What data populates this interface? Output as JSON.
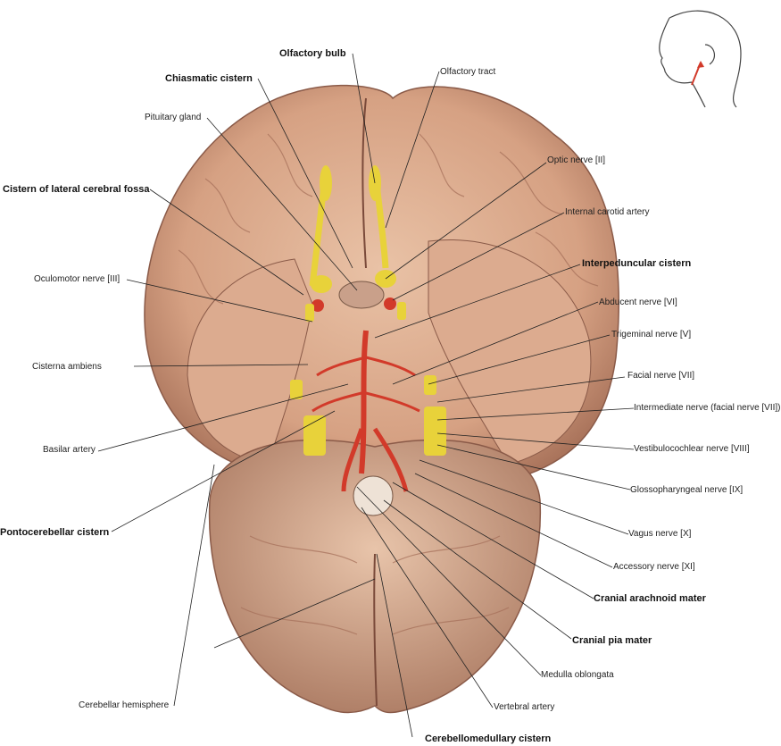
{
  "labels": {
    "olfactory_bulb": "Olfactory bulb",
    "olfactory_tract": "Olfactory tract",
    "chiasmatic_cistern": "Chiasmatic cistern",
    "pituitary_gland": "Pituitary gland",
    "optic_nerve": "Optic nerve [II]",
    "cistern_lateral_fossa": "Cistern of lateral cerebral fossa",
    "internal_carotid": "Internal carotid artery",
    "interpeduncular_cistern": "Interpeduncular cistern",
    "oculomotor": "Oculomotor nerve [III]",
    "abducent": "Abducent nerve [VI]",
    "trigeminal": "Trigeminal nerve [V]",
    "cisterna_ambiens": "Cisterna ambiens",
    "facial": "Facial nerve [VII]",
    "intermediate": "Intermediate nerve (facial nerve [VII])",
    "basilar": "Basilar artery",
    "vestibulocochlear": "Vestibulocochlear nerve [VIII]",
    "glossopharyngeal": "Glossopharyngeal nerve [IX]",
    "pontocerebellar": "Pontocerebellar cistern",
    "vagus": "Vagus nerve [X]",
    "accessory": "Accessory nerve [XI]",
    "cranial_arachnoid": "Cranial arachnoid mater",
    "cranial_pia": "Cranial pia mater",
    "medulla": "Medulla oblongata",
    "cerebellar_hemisphere": "Cerebellar hemisphere",
    "vertebral": "Vertebral artery",
    "cerebellomedullary": "Cerebellomedullary cistern"
  },
  "colors": {
    "brain": "#d9a88a",
    "brain_shadow": "#b07a62",
    "nerve": "#e8d23a",
    "artery": "#d23a2a",
    "leader": "#222222"
  }
}
